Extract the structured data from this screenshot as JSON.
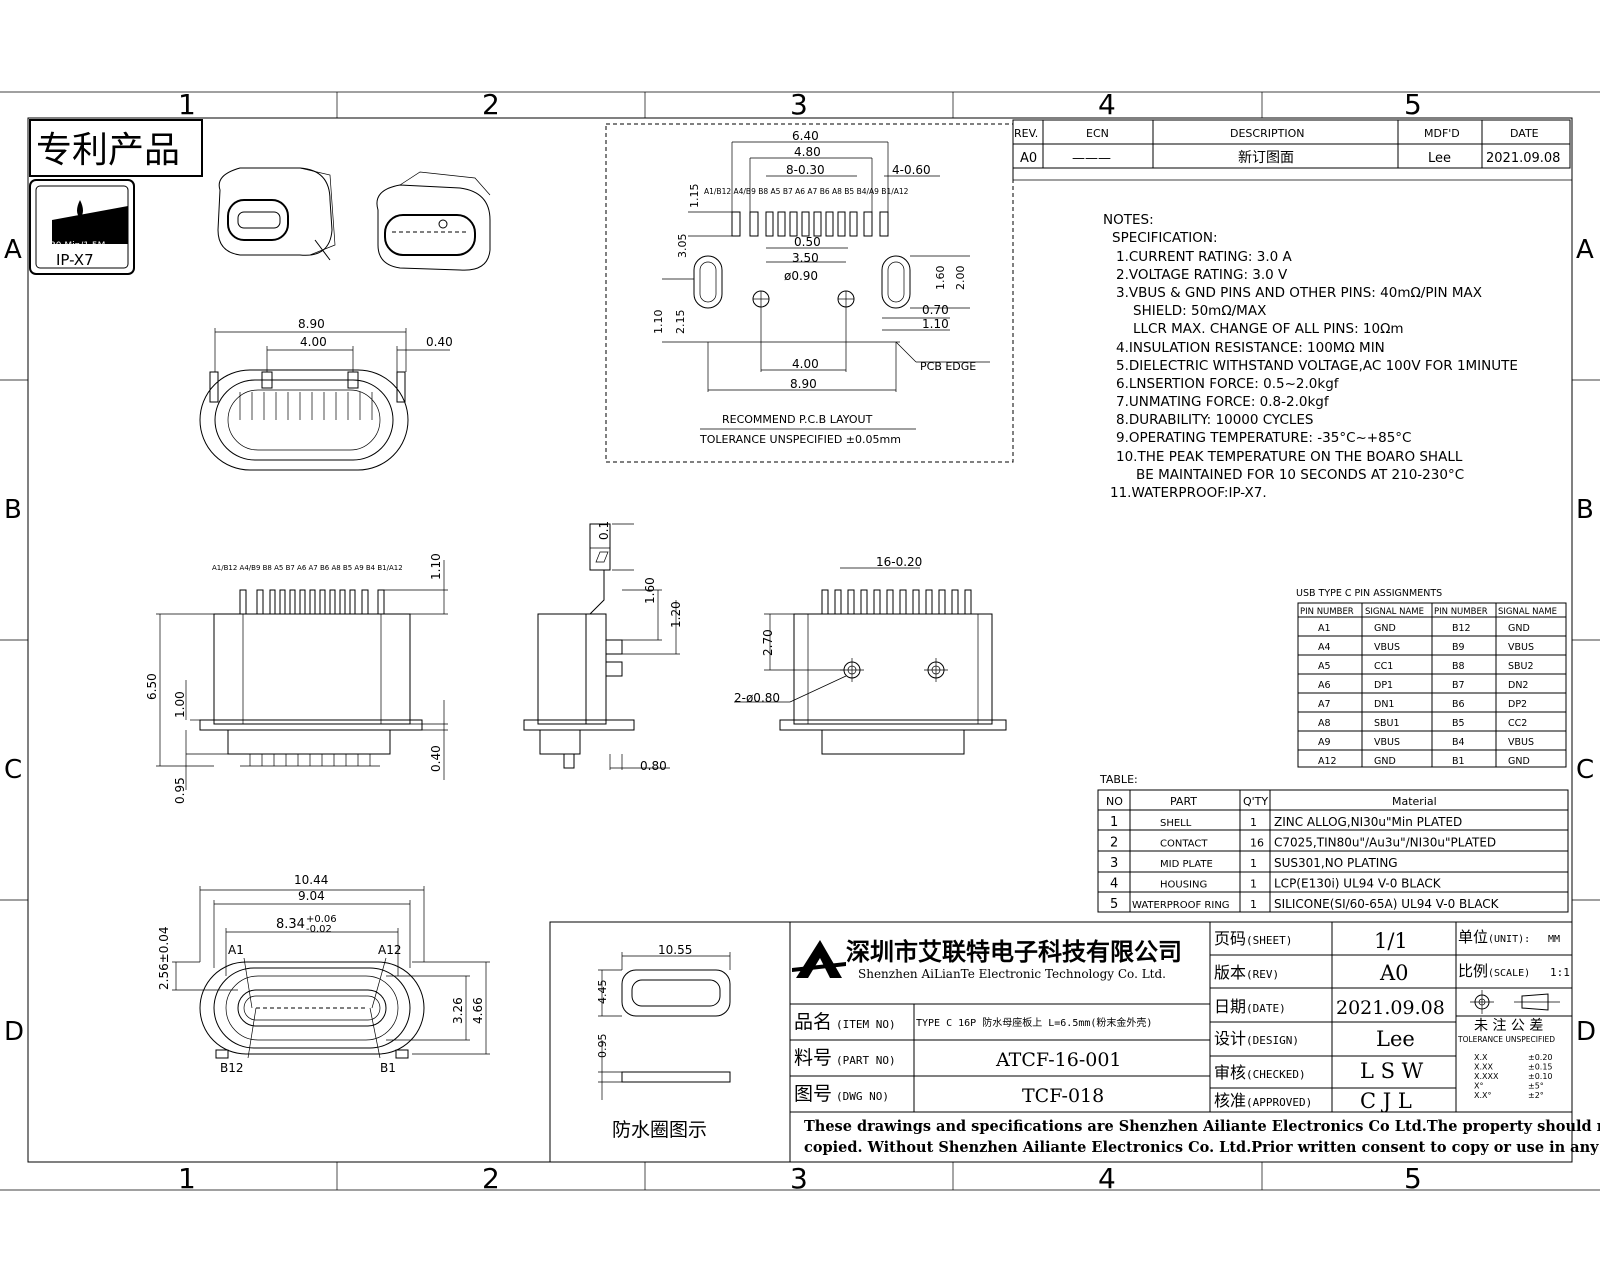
{
  "grid": {
    "cols": [
      "1",
      "2",
      "3",
      "4",
      "5"
    ],
    "rows": [
      "A",
      "B",
      "C",
      "D"
    ]
  },
  "patent_label": "专利产品",
  "ip_badge": {
    "line1": "30 Min/1.5M",
    "line2": "IP-X7"
  },
  "rev_table": {
    "headers": [
      "REV.",
      "ECN",
      "DESCRIPTION",
      "MDF'D",
      "DATE"
    ],
    "row": [
      "A0",
      "———",
      "新订图面",
      "Lee",
      "2021.09.08"
    ]
  },
  "notes": {
    "title": "NOTES:",
    "subtitle": "SPECIFICATION:",
    "lines": [
      "1.CURRENT RATING: 3.0 A",
      "2.VOLTAGE RATING: 3.0 V",
      "3.VBUS & GND PINS AND OTHER PINS: 40mΩ/PIN MAX",
      "SHIELD: 50mΩ/MAX",
      "LLCR MAX. CHANGE OF ALL PINS: 10Ωm",
      "4.INSULATION RESISTANCE:  100MΩ MIN",
      "5.DIELECTRIC WITHSTAND VOLTAGE,AC 100V FOR 1MINUTE",
      "6.LNSERTION FORCE: 0.5~2.0kgf",
      "7.UNMATING FORCE: 0.8-2.0kgf",
      "8.DURABILITY: 10000 CYCLES",
      "9.OPERATING TEMPERATURE: -35°C~+85°C",
      "10.THE PEAK TEMPERATURE ON THE BOARO SHALL",
      "BE MAINTAINED FOR 10 SECONDS AT 210-230°C",
      "11.WATERPROOF:IP-X7."
    ]
  },
  "pin_table": {
    "title": "USB TYPE C PIN ASSIGNMENTS",
    "headers": [
      "PIN NUMBER",
      "SIGNAL NAME",
      "PIN NUMBER",
      "SIGNAL NAME"
    ],
    "rows": [
      [
        "A1",
        "GND",
        "B12",
        "GND"
      ],
      [
        "A4",
        "VBUS",
        "B9",
        "VBUS"
      ],
      [
        "A5",
        "CC1",
        "B8",
        "SBU2"
      ],
      [
        "A6",
        "DP1",
        "B7",
        "DN2"
      ],
      [
        "A7",
        "DN1",
        "B6",
        "DP2"
      ],
      [
        "A8",
        "SBU1",
        "B5",
        "CC2"
      ],
      [
        "A9",
        "VBUS",
        "B4",
        "VBUS"
      ],
      [
        "A12",
        "GND",
        "B1",
        "GND"
      ]
    ]
  },
  "bom": {
    "title": "TABLE:",
    "headers": [
      "NO",
      "PART",
      "Q'TY",
      "Material"
    ],
    "rows": [
      [
        "1",
        "SHELL",
        "1",
        "ZINC  ALLOG,NI30u\"Min  PLATED"
      ],
      [
        "2",
        "CONTACT",
        "16",
        "C7025,TIN80u\"/Au3u\"/NI30u\"PLATED"
      ],
      [
        "3",
        "MID PLATE",
        "1",
        "SUS301,NO  PLATING"
      ],
      [
        "4",
        "HOUSING",
        "1",
        "LCP(E130i)  UL94  V-0  BLACK"
      ],
      [
        "5",
        "WATERPROOF RING",
        "1",
        "SILICONE(SI/60-65A)  UL94  V-0  BLACK"
      ]
    ]
  },
  "pcb_layout": {
    "title": "RECOMMEND P.C.B LAYOUT",
    "tolerance": "TOLERANCE UNSPECIFIED ±0.05mm",
    "pins_label": "A1/B12 A4/B9 B8 A5 B7 A6 A7 B6 A8 B5 B4/A9 B1/A12",
    "dims": [
      "6.40",
      "4.80",
      "8-0.30",
      "4-0.60",
      "1.15",
      "3.05",
      "0.50",
      "3.50",
      "ø0.90",
      "1.60",
      "2.00",
      "0.70",
      "1.10",
      "1.10",
      "2.15",
      "4.00",
      "8.90",
      "PCB EDGE"
    ]
  },
  "front_view_dims": [
    "8.90",
    "4.00",
    "0.40"
  ],
  "side_view_dims": [
    "A1/B12 A4/B9 B8 A5 B7 A6 A7 B6 A8 B5 A9 B4 B1/A12",
    "1.10",
    "6.50",
    "1.00",
    "0.40",
    "0.95"
  ],
  "mid_view_dims": [
    "0.1",
    "1.60",
    "1.20",
    "0.80"
  ],
  "top_view_dims": [
    "16-0.20",
    "2.70",
    "2-ø0.80"
  ],
  "bottom_view_dims": [
    "10.44",
    "9.04",
    "8.34",
    "+0.06",
    "-0.02",
    "2.56±0.04",
    "A1",
    "A12",
    "3.26",
    "4.66",
    "B12",
    "B1"
  ],
  "ring": {
    "dims": [
      "10.55",
      "4.45",
      "0.95"
    ],
    "caption": "防水圈图示"
  },
  "title_block": {
    "company_cn": "深圳市艾联特电子科技有限公司",
    "company_en": "Shenzhen AiLianTe Electronic Technology Co. Ltd.",
    "item_label": "品名",
    "item_label_en": "(ITEM NO)",
    "item_value": "TYPE C 16P 防水母座板上 L=6.5mm(粉末金外壳)",
    "part_label": "料号",
    "part_label_en": "(PART NO)",
    "part_value": "ATCF-16-001",
    "dwg_label": "图号",
    "dwg_label_en": "(DWG NO)",
    "dwg_value": "TCF-018",
    "sheet_label": "页码",
    "sheet_label_en": "(SHEET)",
    "sheet_value": "1/1",
    "rev_label": "版本",
    "rev_label_en": "(REV)",
    "rev_value": "A0",
    "date_label": "日期",
    "date_label_en": "(DATE)",
    "date_value": "2021.09.08",
    "design_label": "设计",
    "design_label_en": "(DESIGN)",
    "design_value": "Lee",
    "checked_label": "审核",
    "checked_label_en": "(CHECKED)",
    "checked_value": "L S W",
    "approved_label": "核准",
    "approved_label_en": "(APPROVED)",
    "approved_value": "C J L",
    "unit_label": "单位",
    "unit_label_en": "(UNIT):",
    "unit_value": "MM",
    "scale_label": "比例",
    "scale_label_en": "(SCALE)",
    "scale_value": "1:1",
    "tol_title": "未 注 公 差",
    "tol_sub": "TOLERANCE UNSPECIFIED",
    "tol_rows": [
      [
        "X.X",
        "±0.20"
      ],
      [
        "X.XX",
        "±0.15"
      ],
      [
        "X.XXX",
        "±0.10"
      ],
      [
        "X°",
        "±5°"
      ],
      [
        "X.X°",
        "±2°"
      ]
    ],
    "disclaimer1": "These drawings and specifications are Shenzhen Ailiante Electronics Co Ltd.The property should not be",
    "disclaimer2": "copied. Without Shenzhen Ailiante Electronics Co. Ltd.Prior written consent to copy or use in any way"
  }
}
